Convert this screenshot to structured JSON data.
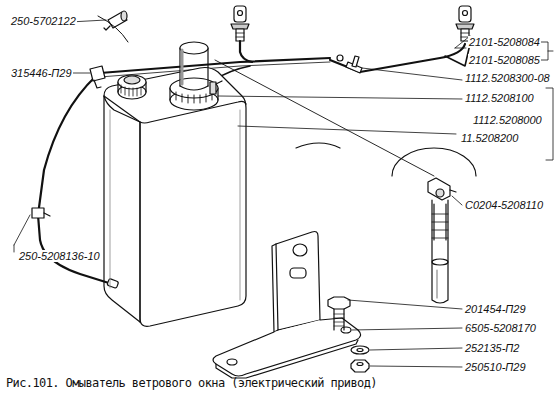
{
  "diagram": {
    "caption": "Рис.101. Омыватель ветрового окна (электрический привод)",
    "labels": [
      "250-5702122",
      "315446-П29",
      "250-5208136-10",
      "2101-5208084",
      "2101-5208085",
      "1112.5208300-08",
      "1112.5208100",
      "1112.5208000",
      "11.5208200",
      "С0204-5208110",
      "201454-П29",
      "6505-5208170",
      "252135-П2",
      "250510-П29"
    ]
  }
}
